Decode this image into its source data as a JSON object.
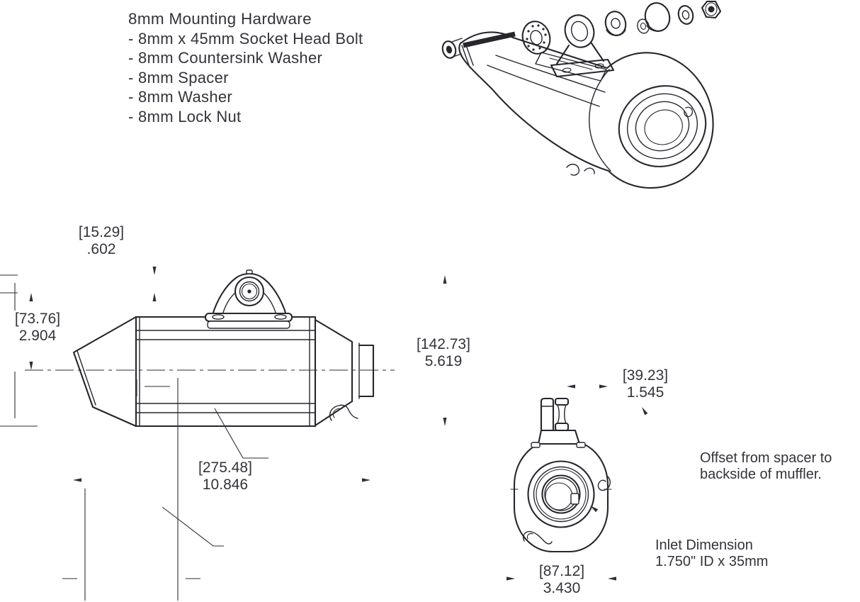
{
  "hardware_list": {
    "title": "8mm Mounting Hardware",
    "items": [
      "- 8mm x 45mm Socket Head Bolt",
      "- 8mm Countersink Washer",
      "- 8mm Spacer",
      "- 8mm Washer",
      "- 8mm Lock Nut"
    ]
  },
  "side_view": {
    "dim_bracket_top_to_hole": {
      "mm": "[15.29]",
      "inch": ".602"
    },
    "dim_hole_to_centerline": {
      "mm": "[73.76]",
      "inch": "2.904"
    },
    "dim_overall_height": {
      "mm": "[142.73]",
      "inch": "5.619"
    },
    "dim_overall_length": {
      "mm": "[275.48]",
      "inch": "10.846"
    }
  },
  "end_view": {
    "dim_spacer_offset": {
      "mm": "[39.23]",
      "inch": "1.545"
    },
    "dim_body_width": {
      "mm": "[87.12]",
      "inch": "3.430"
    },
    "note_offset": {
      "line1": "Offset from spacer to",
      "line2": "backside of muffler."
    },
    "note_inlet": {
      "line1": "Inlet Dimension",
      "line2": "1.750\" ID x 35mm"
    }
  },
  "colors": {
    "line": "#26262d",
    "dimension_line": "#2e2e36",
    "text": "#33333a",
    "background": "#ffffff"
  }
}
